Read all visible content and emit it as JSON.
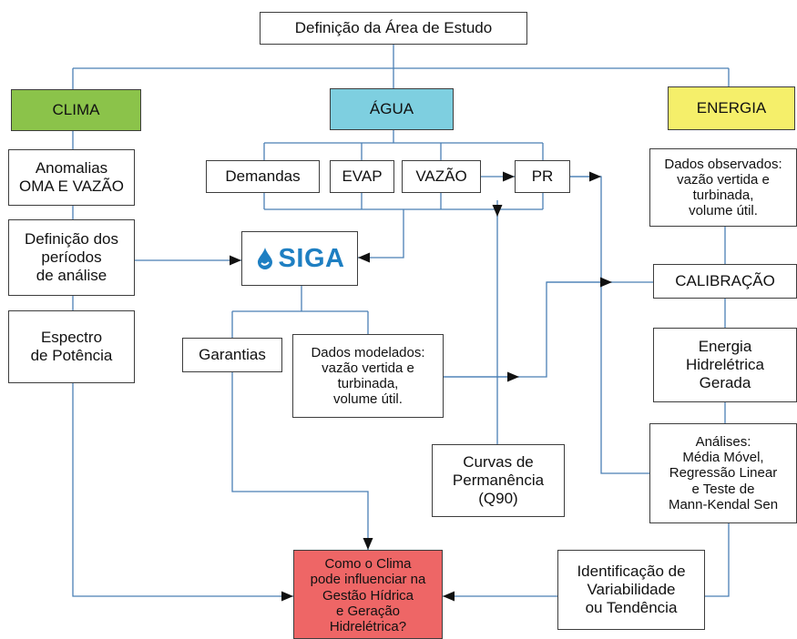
{
  "nodes": {
    "area": "Definição da Área de Estudo",
    "clima": "CLIMA",
    "agua": "ÁGUA",
    "energia": "ENERGIA",
    "anomalias": "Anomalias\nOMA E VAZÃO",
    "periodos": "Definição dos\nperíodos\nde análise",
    "espectro": "Espectro\nde Potência",
    "demandas": "Demandas",
    "evap": "EVAP",
    "vazao": "VAZÃO",
    "pr": "PR",
    "siga": "SIGA",
    "garantias": "Garantias",
    "modelados": "Dados modelados:\nvazão vertida e\nturbinada,\nvolume útil.",
    "curvas": "Curvas de\nPermanência\n(Q90)",
    "observados": "Dados observados:\nvazão vertida e\nturbinada,\nvolume útil.",
    "calibracao": "CALIBRAÇÃO",
    "energia_gerada": "Energia\nHidrelétrica\nGerada",
    "analises": "Análises:\nMédia Móvel,\nRegressão Linear\ne Teste de\nMann-Kendal Sen",
    "identificacao": "Identificação de\nVariabilidade\nou Tendência",
    "pergunta": "Como o Clima\npode influenciar na\nGestão Hídrica\ne Geração\nHidrelétrica?"
  },
  "colors": {
    "clima": "#8bc34a",
    "agua": "#7ecfe0",
    "energia": "#f5ef6a",
    "question": "#ee6666",
    "connector": "#4a7fb5",
    "arrowhead": "#111111",
    "siga_logo": "#1e7fc2"
  }
}
